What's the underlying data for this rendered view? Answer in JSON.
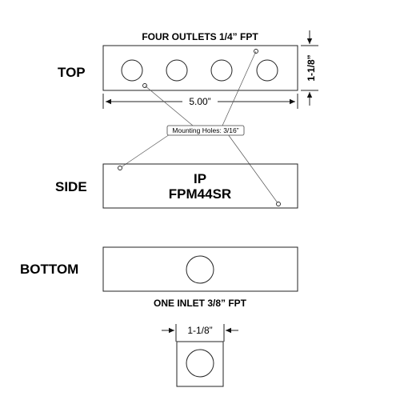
{
  "views": {
    "top": "TOP",
    "side": "SIDE",
    "bottom": "BOTTOM"
  },
  "top_label": "FOUR OUTLETS 1/4” FPT",
  "bottom_label": "ONE INLET 3/8” FPT",
  "height_dim": "1-1/8”",
  "length_dim": "5.00”",
  "mounting_holes": "Mounting Holes: 3/16”",
  "model": {
    "line1": "IP",
    "line2": "FPM44SR"
  },
  "end_width_dim": "1-1/8”"
}
